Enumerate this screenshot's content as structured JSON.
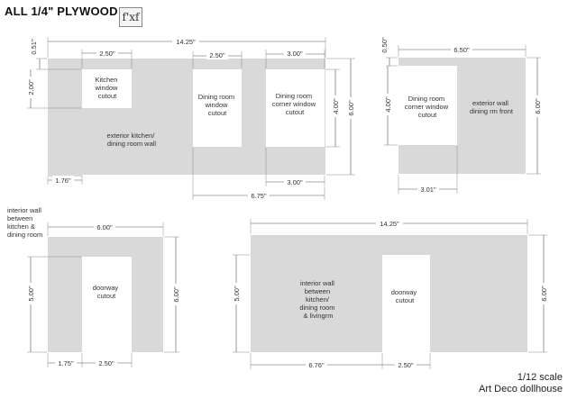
{
  "title": "ALL 1/4\" PLYWOOD",
  "logo_text": "f'xf",
  "scale_line1": "1/12 scale",
  "scale_line2": "Art Deco dollhouse",
  "panels": {
    "kitchen_wall": {
      "label": [
        "exterior kitchen/",
        "dining room wall"
      ],
      "kitchen_window_label": [
        "Kitchen",
        "window",
        "cutout"
      ],
      "dining_window_label": [
        "Dining room",
        "window",
        "cutout"
      ],
      "corner_window_label": [
        "Dining room",
        "corner window",
        "cutout"
      ],
      "dims": {
        "overall_width": "14.25\"",
        "kitchen_window_width": "2.50\"",
        "dining_window_width": "2.50\"",
        "corner_window_width": "3.00\"",
        "top_offset": "0.51\"",
        "kitchen_window_height": "2.00\"",
        "dining_window_height": "4.00\"",
        "overall_height": "6.00\"",
        "left_offset": "1.76\"",
        "corner_bottom_width": "3.00\"",
        "offset_6_75": "6.75\""
      }
    },
    "dining_front": {
      "label": [
        "exterior wall",
        "dining rm front"
      ],
      "window_label": [
        "Dining room",
        "corner window",
        "cutout"
      ],
      "dims": {
        "overall_width": "6.50\"",
        "top_offset": "0.50\"",
        "window_height": "4.00\"",
        "overall_height": "6.00\"",
        "window_width": "3.01\""
      }
    },
    "interior_small": {
      "side_label": [
        "interior wall",
        "between",
        "kitchen &",
        "dining room"
      ],
      "doorway_label": [
        "doorway",
        "cutout"
      ],
      "dims": {
        "overall_width": "6.00\"",
        "door_height": "5.00\"",
        "overall_height": "6.00\"",
        "left_offset": "1.75\"",
        "door_width": "2.50\""
      }
    },
    "interior_large": {
      "label": [
        "interior wall",
        "between",
        "kitchen/",
        "dining room",
        "& livingrm"
      ],
      "doorway_label": [
        "doorway",
        "cutout"
      ],
      "dims": {
        "overall_width": "14.25\"",
        "door_height": "5.00\"",
        "overall_height": "6.00\"",
        "left_offset": "6.76\"",
        "door_width": "2.50\""
      }
    }
  }
}
